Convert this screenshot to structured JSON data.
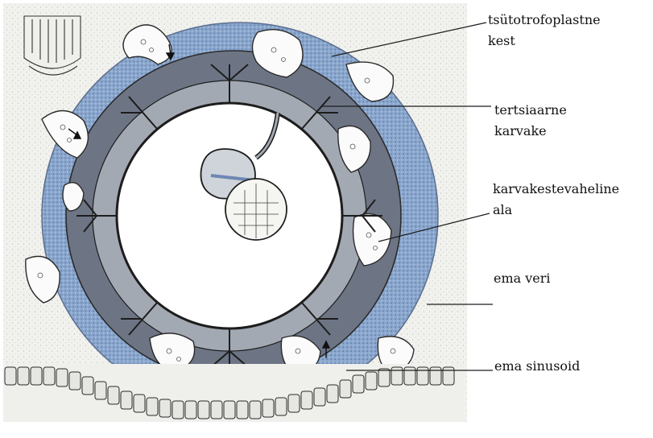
{
  "labels": {
    "trophoblast_line1": "tsütotrofoplastne",
    "trophoblast_line2": "kest",
    "tertiary_line1": "tertsiaarne",
    "tertiary_line2": "karvake",
    "intervillous_line1": "karvakestevaheline",
    "intervillous_line2": "ala",
    "maternal_blood": "ema veri",
    "maternal_sinusoid": "ema sinusoid"
  },
  "colors": {
    "background": "#f1f1ee",
    "decidua_blue": "#7f9cc4",
    "villus_dark": "#4d5462",
    "lacuna_white": "#fbfbfb",
    "cavity": "#ffffff",
    "outline": "#1d1d1d"
  }
}
